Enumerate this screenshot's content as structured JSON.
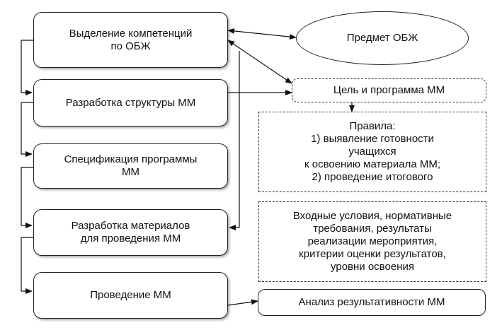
{
  "steps": {
    "competencies": "Выделение компетенций\nпо ОБЖ",
    "structure": "Разработка структуры ММ",
    "specification": "Спецификация программы\nММ",
    "materials": "Разработка материалов\nдля проведения ММ",
    "conduct": "Проведение ММ"
  },
  "right": {
    "subject": "Предмет ОБЖ",
    "goal": "Цель и программа ММ",
    "rules": "Правила:\n1) выявление готовности\nучащихся\nк освоению материала ММ;\n2) проведение итогового",
    "conditions": "Входные условия, нормативные\nтребования, результаты\nреализации мероприятия,\nкритерии оценки результатов,\nуровни освоения",
    "analysis": "Анализ результативности ММ"
  }
}
